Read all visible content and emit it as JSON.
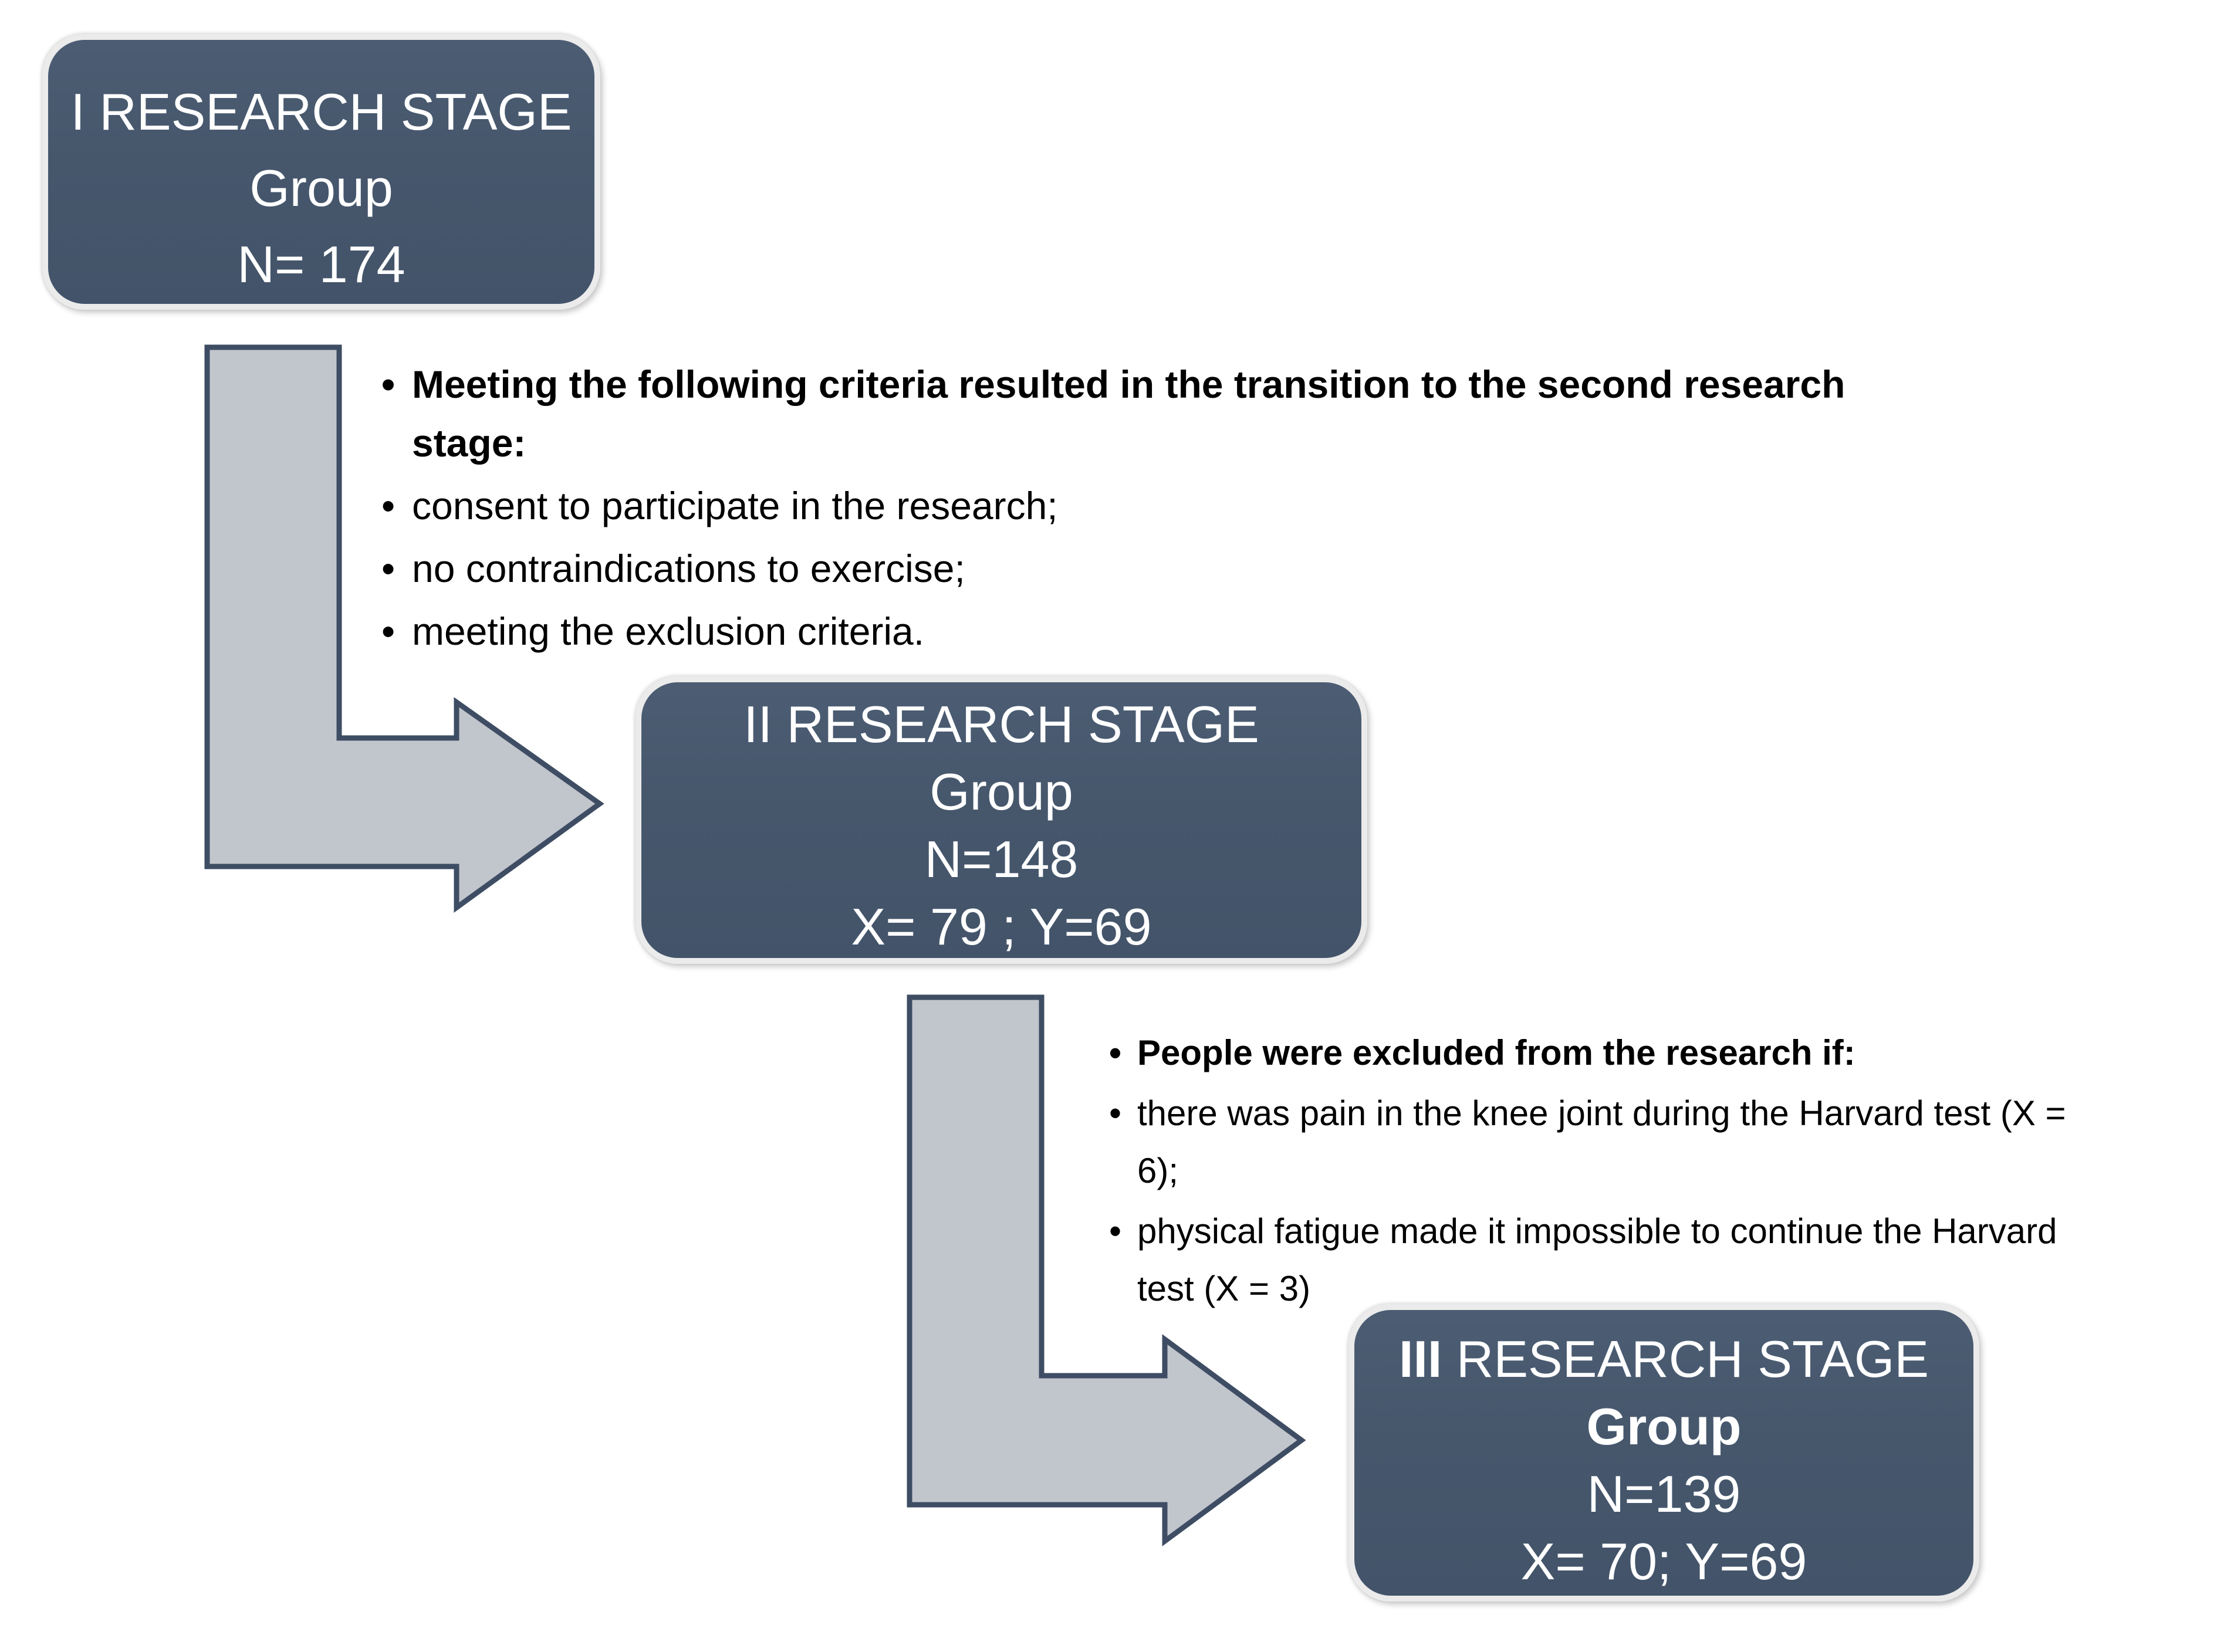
{
  "colors": {
    "background": "#FFFFFF",
    "box_fill": "#46576C",
    "box_outline": "#EBEBEB",
    "box_text": "#FFFFFF",
    "arrow_fill": "#C1C5CC",
    "arrow_stroke": "#3E4D63",
    "body_text": "#000000"
  },
  "bullet_char": "•",
  "boxes": {
    "stage1": {
      "line1": "I RESEARCH STAGE",
      "line2": "Group",
      "line3": "N= 174"
    },
    "stage2": {
      "line1": "II RESEARCH STAGE",
      "line2": "Group",
      "line3": "N=148",
      "line4": "X= 79 ; Y=69"
    },
    "stage3": {
      "line1_bold": "III",
      "line1_rest": " RESEARCH STAGE",
      "line2": "Group",
      "line3": "N=139",
      "line4": "X= 70; Y=69"
    }
  },
  "criteria_list": {
    "items": [
      {
        "bold": true,
        "lines": [
          "Meeting the following criteria resulted in the transition to the second research",
          "stage:"
        ]
      },
      {
        "bold": false,
        "lines": [
          "consent to participate in the research;"
        ]
      },
      {
        "bold": false,
        "lines": [
          "no contraindications to exercise;"
        ]
      },
      {
        "bold": false,
        "lines": [
          "meeting the exclusion criteria."
        ]
      }
    ]
  },
  "exclusion_list": {
    "items": [
      {
        "bold": true,
        "lines": [
          "People were excluded from the research if:"
        ]
      },
      {
        "bold": false,
        "lines": [
          "there was pain in the knee joint during the Harvard test (X =",
          "6);"
        ]
      },
      {
        "bold": false,
        "lines": [
          "physical fatigue made it impossible to continue the Harvard",
          "test (X = 3)"
        ]
      }
    ]
  }
}
